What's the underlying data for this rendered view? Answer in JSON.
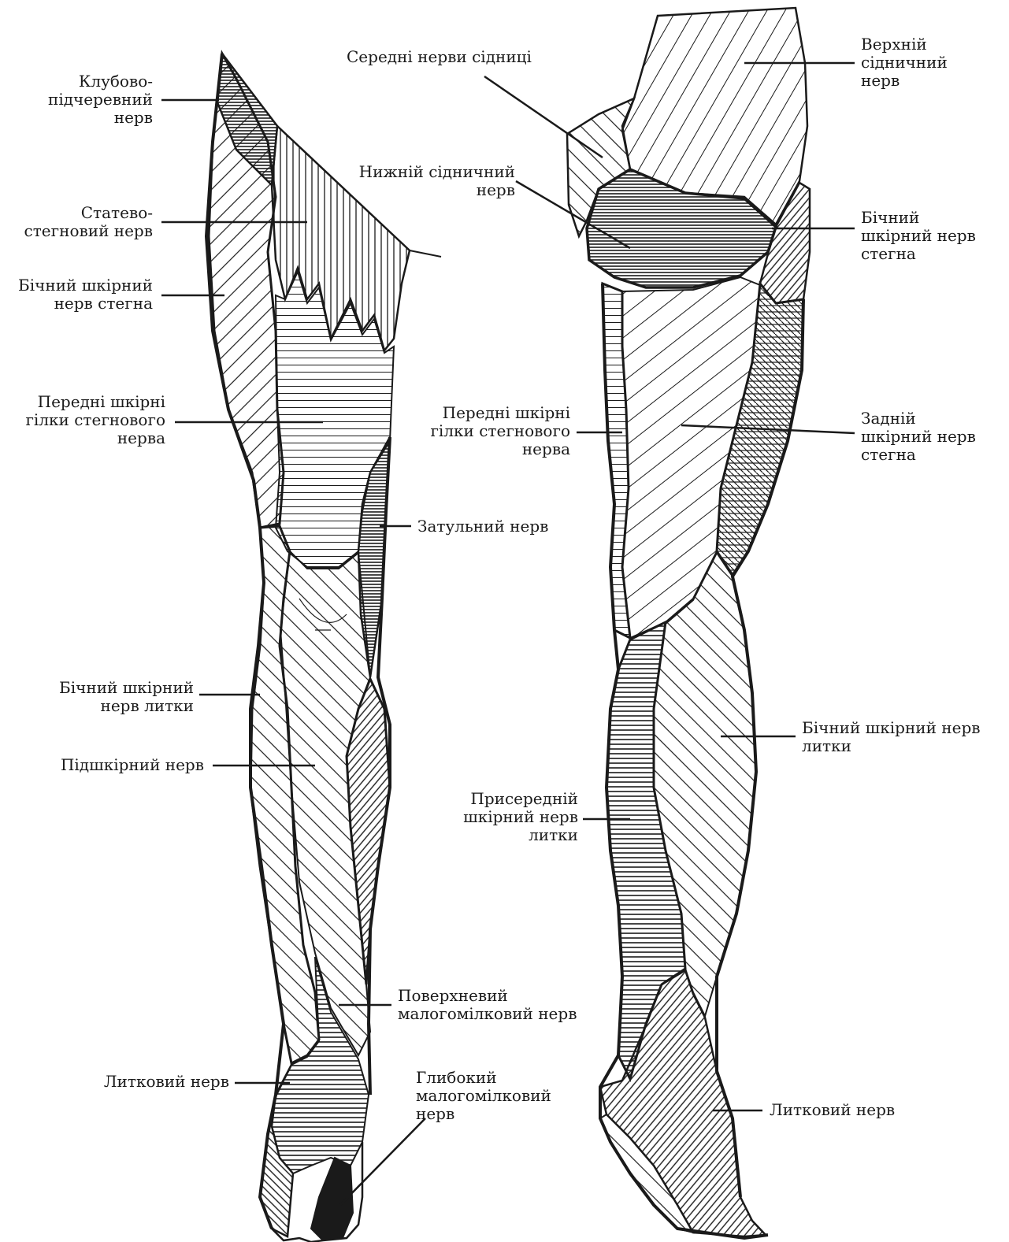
{
  "figure": {
    "colors": {
      "ink": "#1a1a1a",
      "paper": "#ffffff"
    },
    "front_view": {
      "labels": {
        "iliohypogastric": [
          "Клубово-",
          "підчеревний",
          "нерв"
        ],
        "genitofemoral": [
          "Статево-",
          "стегновий нерв"
        ],
        "lateral_femoral": [
          "Бічний шкірний",
          "нерв стегна"
        ],
        "anterior_femoral": [
          "Передні шкірні",
          "гілки стегнового",
          "нерва"
        ],
        "obturator": [
          "Затульний нерв"
        ],
        "lateral_sural": [
          "Бічний шкірний",
          "нерв литки"
        ],
        "saphenous": [
          "Підшкірний нерв"
        ],
        "superficial_peroneal": [
          "Поверхневий",
          "малогомілковий нерв"
        ],
        "sural": [
          "Литковий нерв"
        ],
        "deep_peroneal": [
          "Глибокий",
          "малогомілковий",
          "нерв"
        ]
      }
    },
    "back_view": {
      "labels": {
        "middle_cluneal": [
          "Середні нерви сідниці"
        ],
        "superior_gluteal": [
          "Верхній",
          "сідничний",
          "нерв"
        ],
        "inferior_gluteal": [
          "Нижній сідничний",
          "нерв"
        ],
        "lateral_femoral": [
          "Бічний",
          "шкірний нерв",
          "стегна"
        ],
        "anterior_femoral": [
          "Передні шкірні",
          "гілки стегнового",
          "нерва"
        ],
        "posterior_femoral": [
          "Задній",
          "шкірний нерв",
          "стегна"
        ],
        "lateral_sural": [
          "Бічний шкірний нерв",
          "литки"
        ],
        "medial_sural": [
          "Присередній",
          "шкірний нерв",
          "литки"
        ],
        "sural": [
          "Литковий нерв"
        ]
      }
    }
  }
}
